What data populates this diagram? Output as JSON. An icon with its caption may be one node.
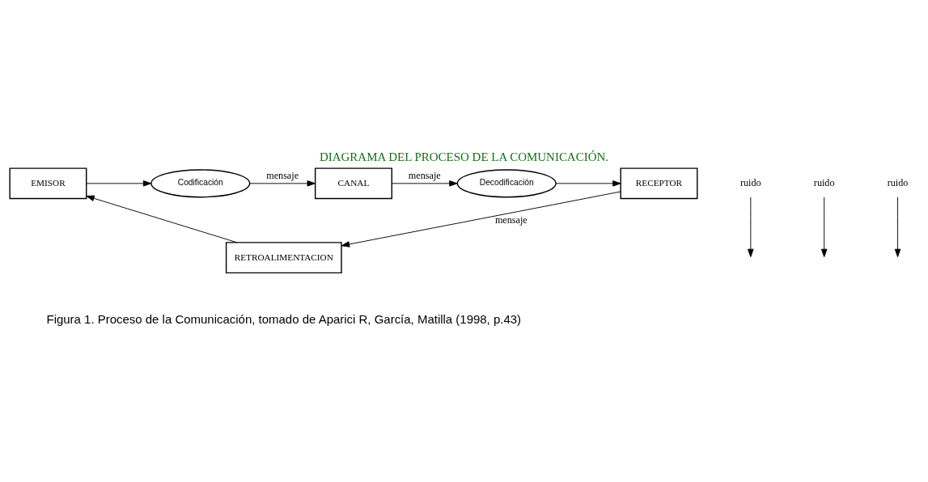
{
  "diagram": {
    "title": "DIAGRAMA DEL PROCESO DE LA COMUNICACIÓN.",
    "caption": "Figura 1. Proceso de la Comunicación, tomado de Aparici R, García, Matilla (1998, p.43)",
    "nodes": [
      {
        "text": [
          "EMISOR"
        ]
      },
      {
        "text": [
          "Codificación"
        ]
      },
      {
        "text": [
          "CANAL"
        ]
      },
      {
        "text": [
          "Decodificación"
        ]
      },
      {
        "text": [
          "RECEPTOR"
        ]
      },
      {
        "text": [
          "RETROALIMENTACION"
        ]
      },
      {
        "text": [
          "ruido"
        ]
      },
      {
        "text": [
          "ruido"
        ]
      },
      {
        "text": [
          "ruido"
        ]
      }
    ],
    "edges": [
      {
        "from": 0,
        "to": 1,
        "arrow": "to"
      },
      {
        "from": 1,
        "to": 2,
        "arrow": "to",
        "label": "mensaje"
      },
      {
        "from": 2,
        "to": 3,
        "arrow": "to",
        "label": "mensaje"
      },
      {
        "from": 3,
        "to": 4,
        "arrow": "to"
      },
      {
        "from": 4,
        "to": 5,
        "arrow": "to",
        "label": "mensaje"
      },
      {
        "from": 5,
        "to": 0,
        "arrow": "to"
      },
      {
        "from": 6,
        "to": null,
        "arrow": "to"
      },
      {
        "from": 7,
        "to": null,
        "arrow": "to"
      },
      {
        "from": 8,
        "to": null,
        "arrow": "to"
      }
    ]
  }
}
